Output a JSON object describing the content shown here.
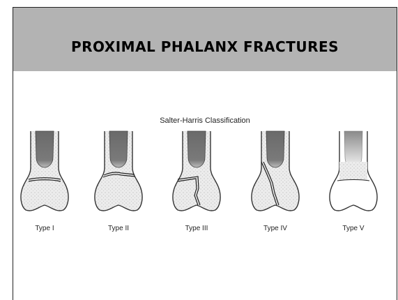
{
  "slide": {
    "title": "PROXIMAL PHALANX FRACTURES",
    "subtitle": "Salter-Harris Classification",
    "types": [
      {
        "label": "Type I"
      },
      {
        "label": "Type II"
      },
      {
        "label": "Type III"
      },
      {
        "label": "Type IV"
      },
      {
        "label": "Type V"
      }
    ]
  },
  "colors": {
    "banner": "#b3b3b3",
    "bone_fill": "#ececec",
    "marrow": "#707070",
    "outline": "#333333"
  }
}
